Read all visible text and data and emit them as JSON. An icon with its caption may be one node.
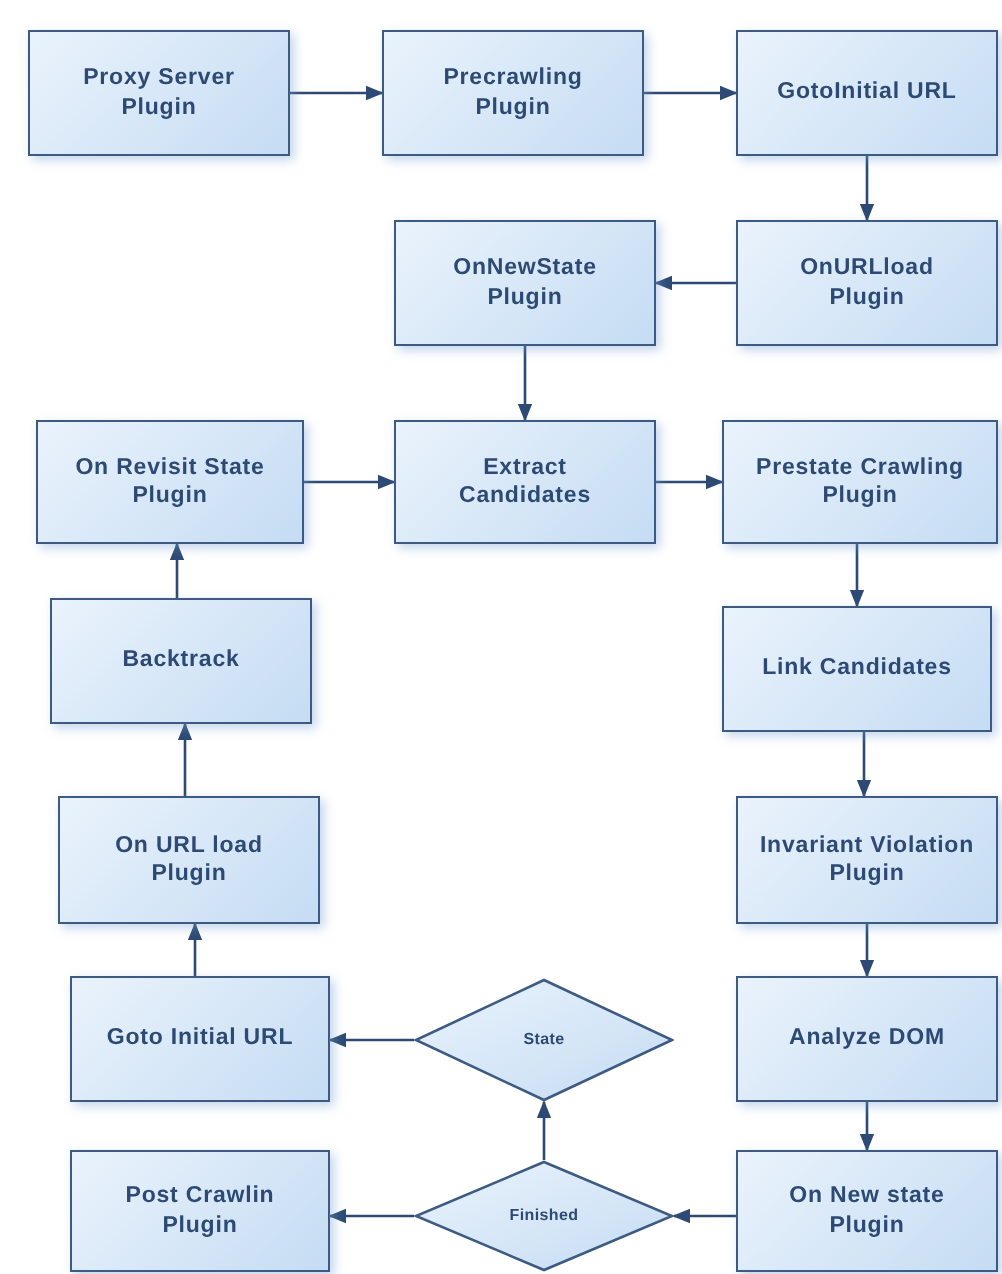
{
  "diagram": {
    "nodes": [
      {
        "text": [
          "Proxy Server Plugin"
        ]
      },
      {
        "text": [
          "Precrawling Plugin"
        ]
      },
      {
        "text": [
          "GotoInitial URL"
        ]
      },
      {
        "text": [
          "OnNewState Plugin"
        ]
      },
      {
        "text": [
          "OnURLload Plugin"
        ]
      },
      {
        "text": [
          "On Revisit State Plugin"
        ]
      },
      {
        "text": [
          "Extract Candidates"
        ]
      },
      {
        "text": [
          "Prestate Crawling Plugin"
        ]
      },
      {
        "text": [
          "Backtrack"
        ]
      },
      {
        "text": [
          "Link Candidates"
        ]
      },
      {
        "text": [
          "On URL load Plugin"
        ]
      },
      {
        "text": [
          "Invariant Violation Plugin"
        ]
      },
      {
        "text": [
          "Goto Initial URL"
        ]
      },
      {
        "text": [
          "State"
        ]
      },
      {
        "text": [
          "Analyze DOM"
        ]
      },
      {
        "text": [
          "Post Crawlin Plugin"
        ]
      },
      {
        "text": [
          "Finished"
        ]
      },
      {
        "text": [
          "On New state Plugin"
        ]
      }
    ],
    "edges": [
      {
        "from": 0,
        "to": 1,
        "arrow": "to"
      },
      {
        "from": 1,
        "to": 2,
        "arrow": "to"
      },
      {
        "from": 2,
        "to": 4,
        "arrow": "to"
      },
      {
        "from": 4,
        "to": 3,
        "arrow": "to"
      },
      {
        "from": 3,
        "to": 6,
        "arrow": "to"
      },
      {
        "from": 5,
        "to": 6,
        "arrow": "to"
      },
      {
        "from": 6,
        "to": 7,
        "arrow": "to"
      },
      {
        "from": 7,
        "to": 9,
        "arrow": "to"
      },
      {
        "from": 9,
        "to": 11,
        "arrow": "to"
      },
      {
        "from": 11,
        "to": 14,
        "arrow": "to"
      },
      {
        "from": 14,
        "to": 17,
        "arrow": "to"
      },
      {
        "from": 17,
        "to": 16,
        "arrow": "to"
      },
      {
        "from": 16,
        "to": 15,
        "arrow": "to"
      },
      {
        "from": 16,
        "to": 13,
        "arrow": "to"
      },
      {
        "from": 13,
        "to": 12,
        "arrow": "to"
      },
      {
        "from": 12,
        "to": 10,
        "arrow": "to"
      },
      {
        "from": 10,
        "to": 8,
        "arrow": "to"
      },
      {
        "from": 8,
        "to": 5,
        "arrow": "to"
      }
    ]
  }
}
